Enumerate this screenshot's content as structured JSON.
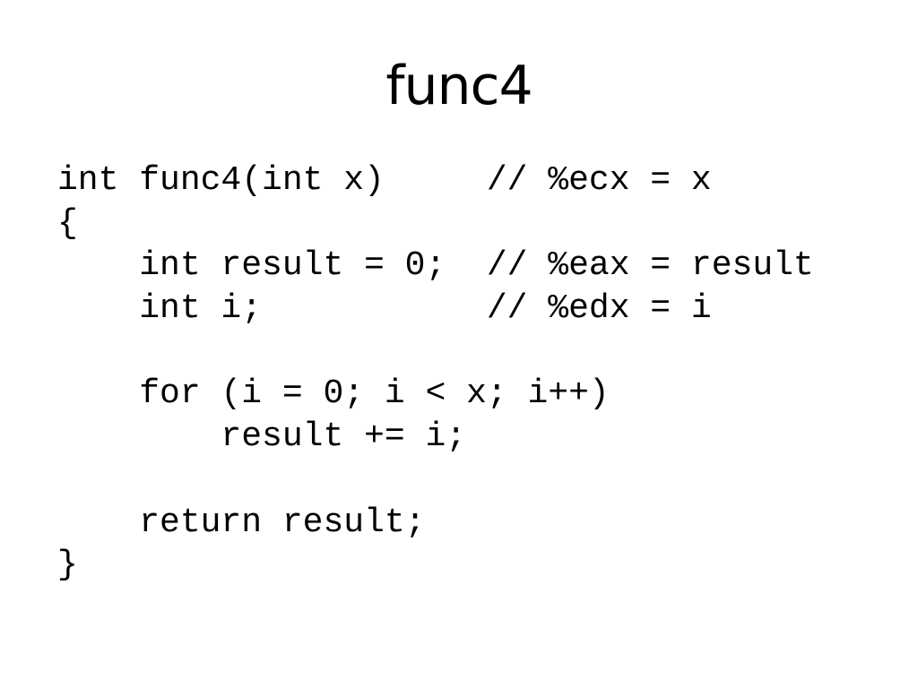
{
  "slide": {
    "title": "func4",
    "code_lines": [
      "int func4(int x)     // %ecx = x",
      "{",
      "    int result = 0;  // %eax = result",
      "    int i;           // %edx = i",
      "",
      "    for (i = 0; i < x; i++)",
      "        result += i;",
      "",
      "    return result;",
      "}"
    ]
  }
}
